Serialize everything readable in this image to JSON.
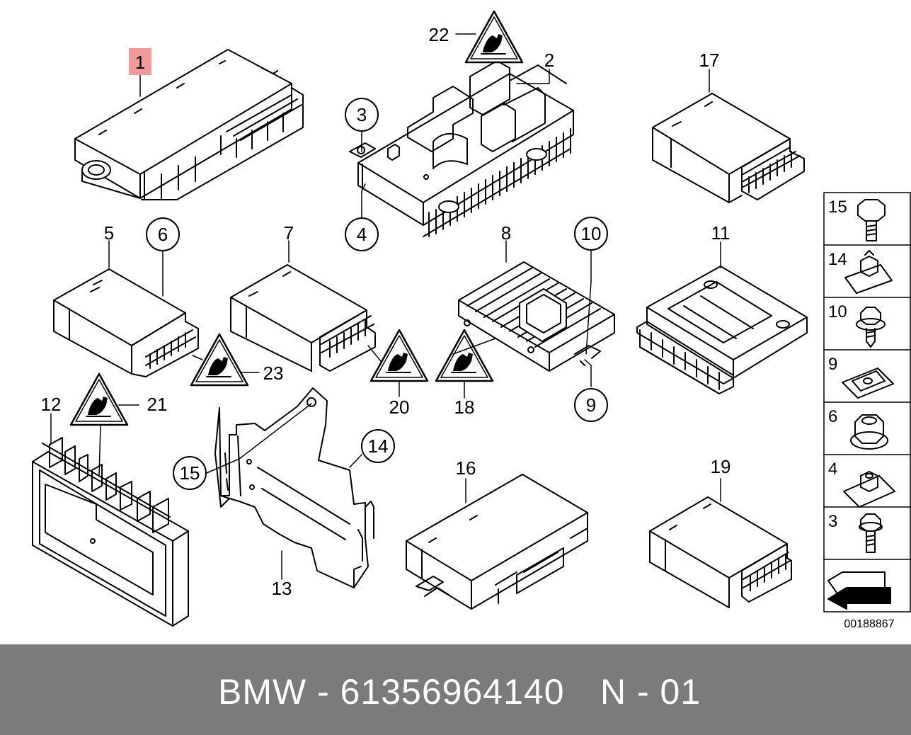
{
  "footer": {
    "brand_part": "BMW - 61356964140",
    "suffix": "N - 01"
  },
  "diagram_code": "00188867",
  "highlight_color": "#f29a9a",
  "footer_color": "#7b7b7b",
  "callouts": [
    {
      "id": "c1",
      "label": "1",
      "style": "highlight"
    },
    {
      "id": "c2",
      "label": "2",
      "style": "plain"
    },
    {
      "id": "c3",
      "label": "3",
      "style": "circle"
    },
    {
      "id": "c4",
      "label": "4",
      "style": "circle"
    },
    {
      "id": "c5",
      "label": "5",
      "style": "plain"
    },
    {
      "id": "c6",
      "label": "6",
      "style": "circle"
    },
    {
      "id": "c7",
      "label": "7",
      "style": "plain"
    },
    {
      "id": "c8",
      "label": "8",
      "style": "plain"
    },
    {
      "id": "c9",
      "label": "9",
      "style": "circle"
    },
    {
      "id": "c10",
      "label": "10",
      "style": "circle"
    },
    {
      "id": "c11",
      "label": "11",
      "style": "plain"
    },
    {
      "id": "c12",
      "label": "12",
      "style": "plain"
    },
    {
      "id": "c13",
      "label": "13",
      "style": "plain"
    },
    {
      "id": "c14",
      "label": "14",
      "style": "circle"
    },
    {
      "id": "c15",
      "label": "15",
      "style": "circle"
    },
    {
      "id": "c16",
      "label": "16",
      "style": "plain"
    },
    {
      "id": "c17",
      "label": "17",
      "style": "plain"
    },
    {
      "id": "c18",
      "label": "18",
      "style": "plain"
    },
    {
      "id": "c19",
      "label": "19",
      "style": "plain"
    },
    {
      "id": "c20",
      "label": "20",
      "style": "plain"
    },
    {
      "id": "c21",
      "label": "21",
      "style": "plain"
    },
    {
      "id": "c22",
      "label": "22",
      "style": "plain"
    },
    {
      "id": "c23",
      "label": "23",
      "style": "plain"
    }
  ],
  "legend_items": [
    {
      "label": "15",
      "icon": "bolt-icon"
    },
    {
      "label": "14",
      "icon": "clip-nut-icon"
    },
    {
      "label": "10",
      "icon": "flange-screw-icon"
    },
    {
      "label": "9",
      "icon": "spring-nut-icon"
    },
    {
      "label": "6",
      "icon": "hex-nut-icon"
    },
    {
      "label": "4",
      "icon": "cage-nut-icon"
    },
    {
      "label": "3",
      "icon": "bolt-icon"
    },
    {
      "label": "",
      "icon": "arrow-shim-icon"
    }
  ]
}
